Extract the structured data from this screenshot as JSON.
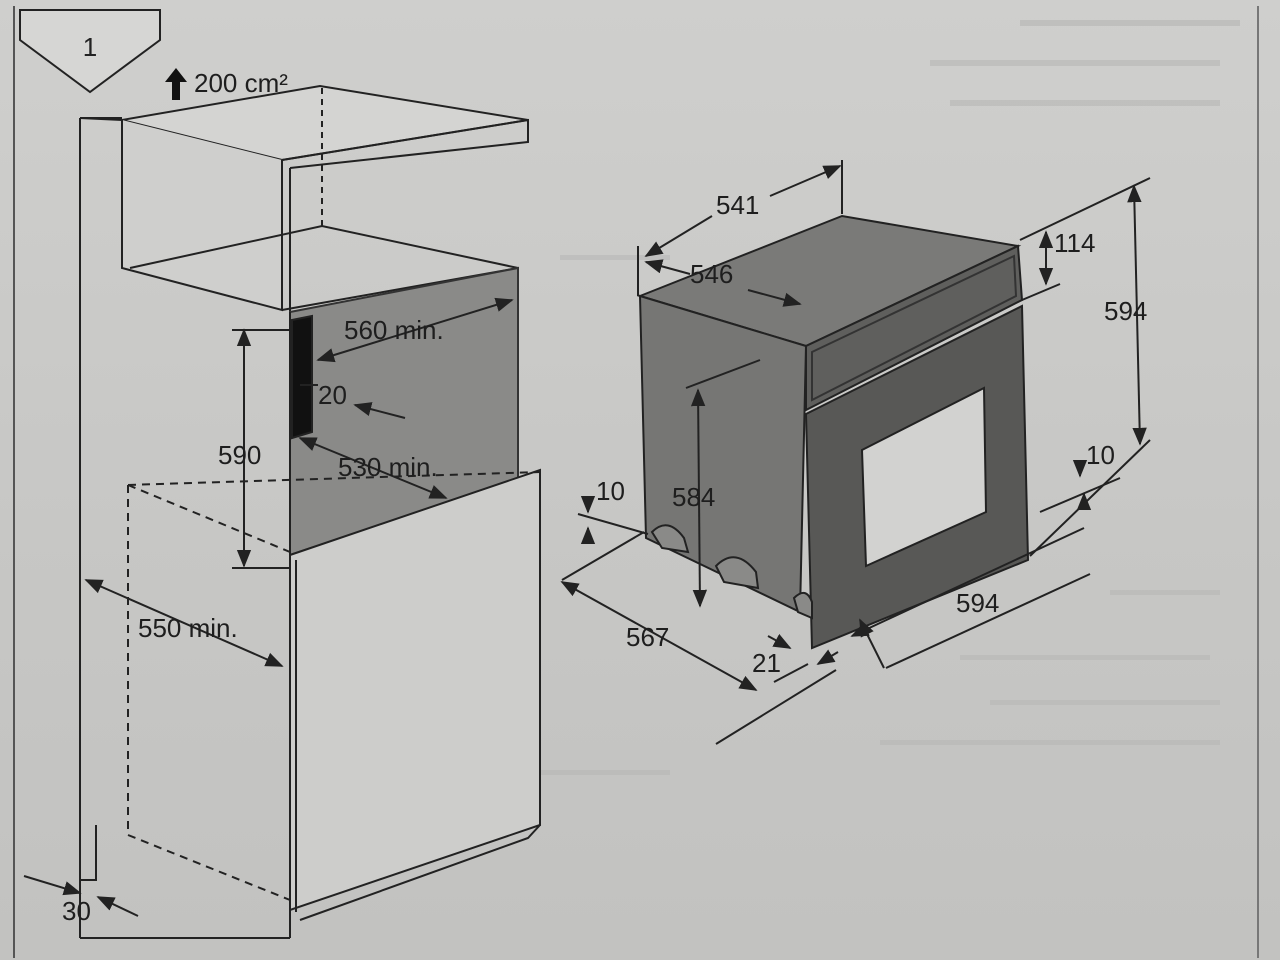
{
  "figure": {
    "number": "1"
  },
  "vent": {
    "label": "200 cm²"
  },
  "cabinet_dims": {
    "niche_depth": "560 min.",
    "front_gap": "20",
    "niche_height": "590",
    "niche_width": "530 min.",
    "cabinet_depth": "550 min.",
    "bottom_offset": "30"
  },
  "oven_dims": {
    "top_depth": "541",
    "side_depth": "546",
    "panel_height": "114",
    "total_height": "594",
    "body_height": "584",
    "foot_clear_left": "10",
    "foot_clear_right": "10",
    "base_depth": "567",
    "front_width": "594",
    "door_depth": "21"
  },
  "colors": {
    "paper": "#c9c9c7",
    "ink": "#222222",
    "shade": "#6e6e6c",
    "door": "#5a5a58"
  }
}
